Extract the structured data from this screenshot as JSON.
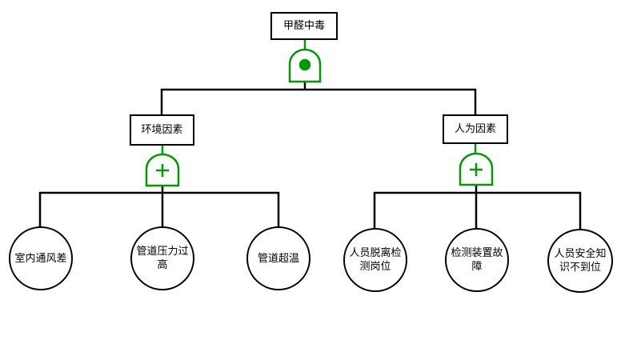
{
  "colors": {
    "gate_green": "#009900",
    "line_black": "#000000",
    "node_border": "#000000",
    "node_fill": "#ffffff"
  },
  "tree": {
    "root": {
      "label": "甲醛中毒",
      "gate": "AND",
      "gate_symbol": "dot"
    },
    "branches": [
      {
        "label": "环境因素",
        "gate": "OR",
        "gate_symbol": "plus",
        "events": [
          "室内通风差",
          "管道压力过高",
          "管道超温"
        ]
      },
      {
        "label": "人为因素",
        "gate": "OR",
        "gate_symbol": "plus",
        "events": [
          "人员脱离检测岗位",
          "检测装置故障",
          "人员安全知识不到位"
        ]
      }
    ]
  }
}
